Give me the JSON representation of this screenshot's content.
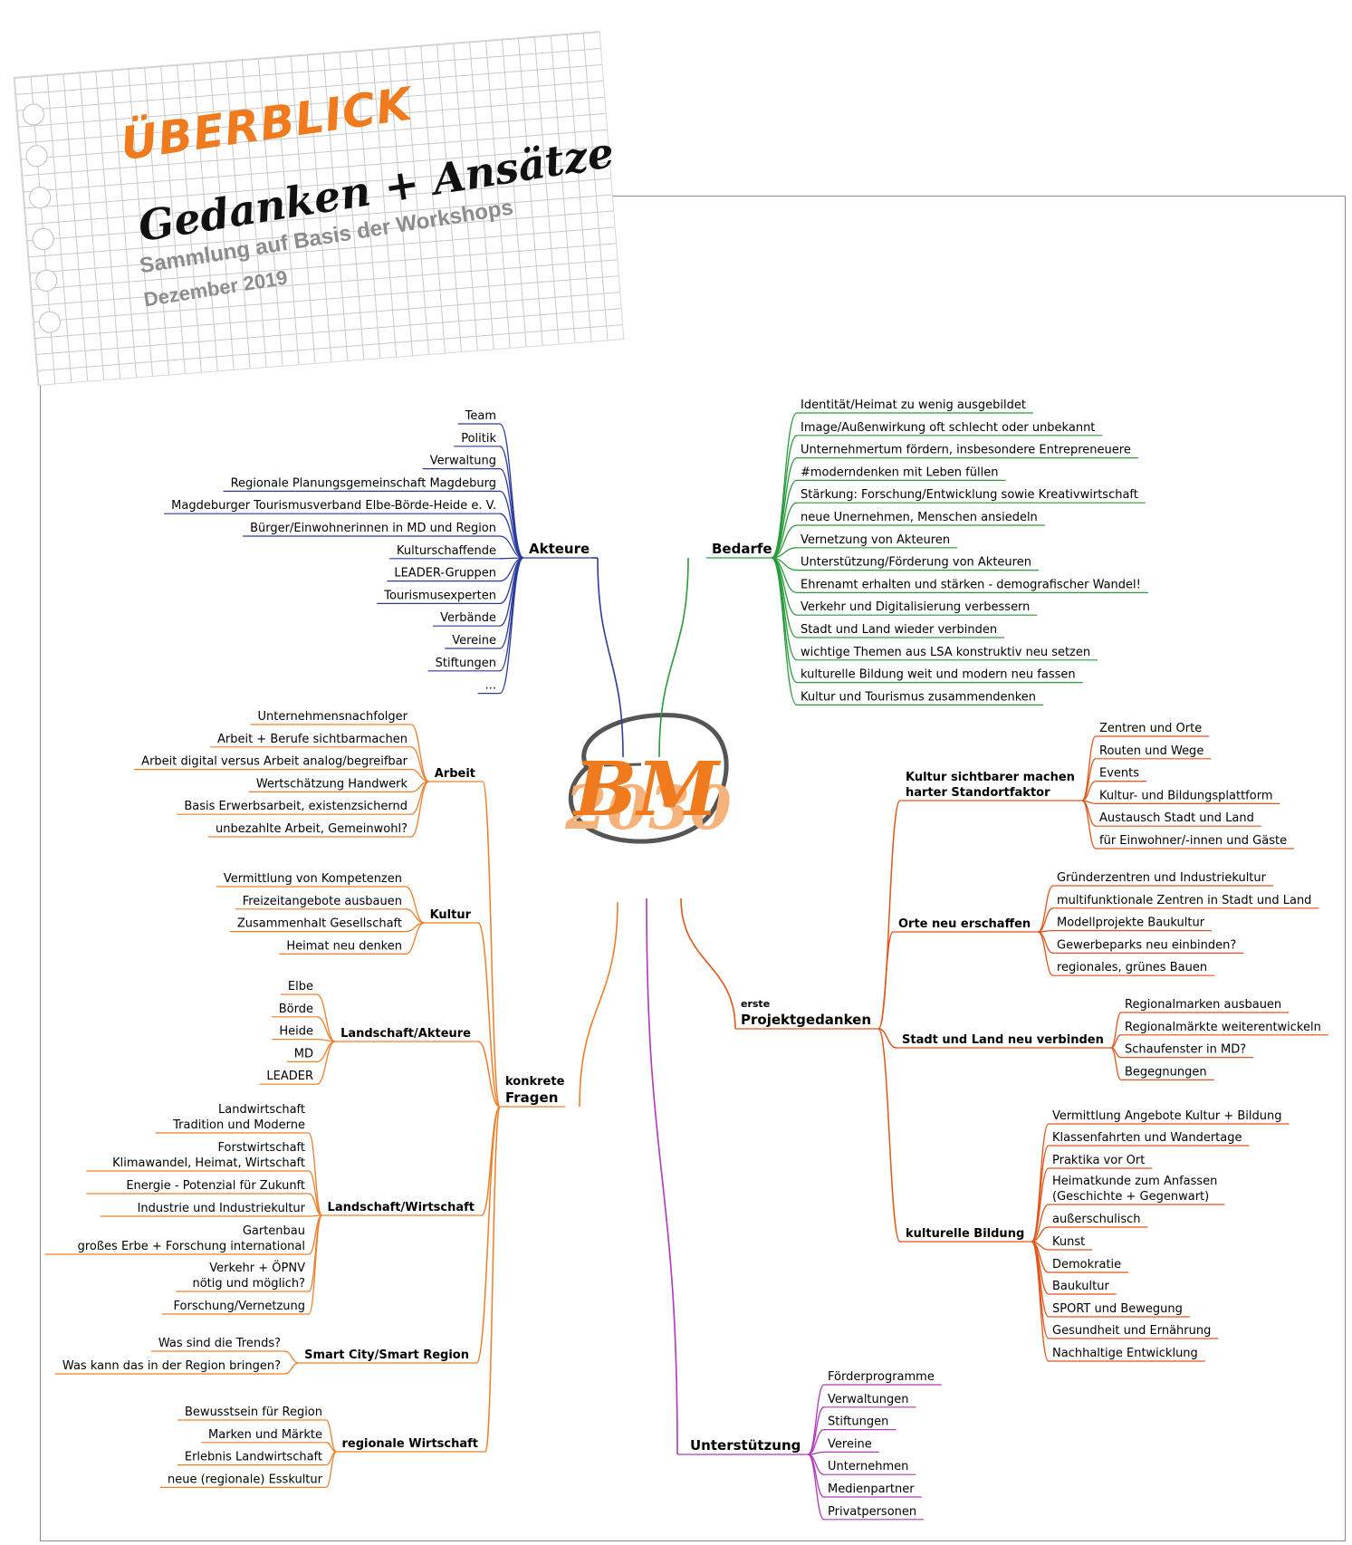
{
  "header": {
    "title": "ÜBERBLICK",
    "subtitle": "Gedanken + Ansätze",
    "tagline": "Sammlung auf Basis der Workshops",
    "date": "Dezember 2019"
  },
  "center": {
    "logo_letters": "BM",
    "logo_year": "2030"
  },
  "colors": {
    "blue": "#2b3a9c",
    "green": "#2a9a3a",
    "orange": "#ee7f2a",
    "dark_orange": "#e0561a",
    "purple": "#b037b8",
    "logo_orange": "#f07a1e",
    "logo_light": "#f5b27a"
  },
  "branches": {
    "akteure": {
      "label": "Akteure",
      "items": [
        "Team",
        "Politik",
        "Verwaltung",
        "Regionale Planungsgemeinschaft Magdeburg",
        "Magdeburger Tourismusverband Elbe-Börde-Heide e. V.",
        "Bürger/Einwohnerinnen in MD und Region",
        "Kulturschaffende",
        "LEADER-Gruppen",
        "Tourismusexperten",
        "Verbände",
        "Vereine",
        "Stiftungen",
        "..."
      ]
    },
    "bedarfe": {
      "label": "Bedarfe",
      "items": [
        "Identität/Heimat zu wenig ausgebildet",
        "Image/Außenwirkung oft schlecht oder unbekannt",
        "Unternehmertum fördern, insbesondere Entrepreneuere",
        "#moderndenken mit Leben füllen",
        "Stärkung: Forschung/Entwicklung sowie Kreativwirtschaft",
        "neue Unernehmen, Menschen ansiedeln",
        "Vernetzung von Akteuren",
        "Unterstützung/Förderung von Akteuren",
        "Ehrenamt erhalten und stärken - demografischer Wandel!",
        "Verkehr und Digitalisierung verbessern",
        "Stadt und Land wieder verbinden",
        "wichtige Themen aus LSA konstruktiv neu setzen",
        "kulturelle Bildung weit und modern neu fassen",
        "Kultur und Tourismus zusammendenken"
      ]
    },
    "fragen": {
      "label_small": "konkrete",
      "label": "Fragen",
      "groups": [
        {
          "label": "Arbeit",
          "items": [
            "Unternehmensnachfolger",
            "Arbeit + Berufe sichtbarmachen",
            "Arbeit digital versus Arbeit analog/begreifbar",
            "Wertschätzung Handwerk",
            "Basis Erwerbsarbeit, existenzsichernd",
            "unbezahlte Arbeit, Gemeinwohl?"
          ]
        },
        {
          "label": "Kultur",
          "items": [
            "Vermittlung von Kompetenzen",
            "Freizeitangebote ausbauen",
            "Zusammenhalt Gesellschaft",
            "Heimat neu denken"
          ]
        },
        {
          "label": "Landschaft/Akteure",
          "items": [
            "Elbe",
            "Börde",
            "Heide",
            "MD",
            "LEADER"
          ]
        },
        {
          "label": "Landschaft/Wirtschaft",
          "items": [
            "Landwirtschaft",
            "Tradition und Moderne",
            "Forstwirtschaft",
            "Klimawandel, Heimat, Wirtschaft",
            "Energie - Potenzial für Zukunft",
            "Industrie und Industriekultur",
            "Gartenbau",
            "großes Erbe + Forschung international",
            "Verkehr + ÖPNV",
            "nötig und möglich?",
            "Forschung/Vernetzung"
          ]
        },
        {
          "label": "Smart City/Smart Region",
          "items": [
            "Was sind die Trends?",
            "Was kann das in der Region bringen?"
          ]
        },
        {
          "label": "regionale Wirtschaft",
          "items": [
            "Bewusstsein für Region",
            "Marken und Märkte",
            "Erlebnis Landwirtschaft",
            "neue (regionale) Esskultur"
          ]
        }
      ]
    },
    "projekt": {
      "label_small": "erste",
      "label": "Projektgedanken",
      "groups": [
        {
          "label": "Kultur sichtbarer machen",
          "label2": "harter Standortfaktor",
          "items": [
            "Zentren und Orte",
            "Routen und Wege",
            "Events",
            "Kultur- und Bildungsplattform",
            "Austausch Stadt und Land",
            "für Einwohner/-innen und Gäste"
          ]
        },
        {
          "label": "Orte neu erschaffen",
          "items": [
            "Gründerzentren und Industriekultur",
            "multifunktionale Zentren in Stadt und Land",
            "Modellprojekte Baukultur",
            "Gewerbeparks neu einbinden?",
            "regionales, grünes Bauen"
          ]
        },
        {
          "label": "Stadt und Land neu verbinden",
          "items": [
            "Regionalmarken ausbauen",
            "Regionalmärkte weiterentwickeln",
            "Schaufenster in MD?",
            "Begegnungen"
          ]
        },
        {
          "label": "kulturelle Bildung",
          "items": [
            "Vermittlung Angebote Kultur + Bildung",
            "Klassenfahrten und Wandertage",
            "Praktika vor Ort",
            "Heimatkunde zum Anfassen",
            "(Geschichte + Gegenwart)",
            "außerschulisch",
            "Kunst",
            "Demokratie",
            "Baukultur",
            "SPORT und Bewegung",
            "Gesundheit und Ernährung",
            "Nachhaltige Entwicklung"
          ]
        }
      ]
    },
    "unterstuetzung": {
      "label": "Unterstützung",
      "items": [
        "Förderprogramme",
        "Verwaltungen",
        "Stiftungen",
        "Vereine",
        "Unternehmen",
        "Medienpartner",
        "Privatpersonen"
      ]
    }
  }
}
